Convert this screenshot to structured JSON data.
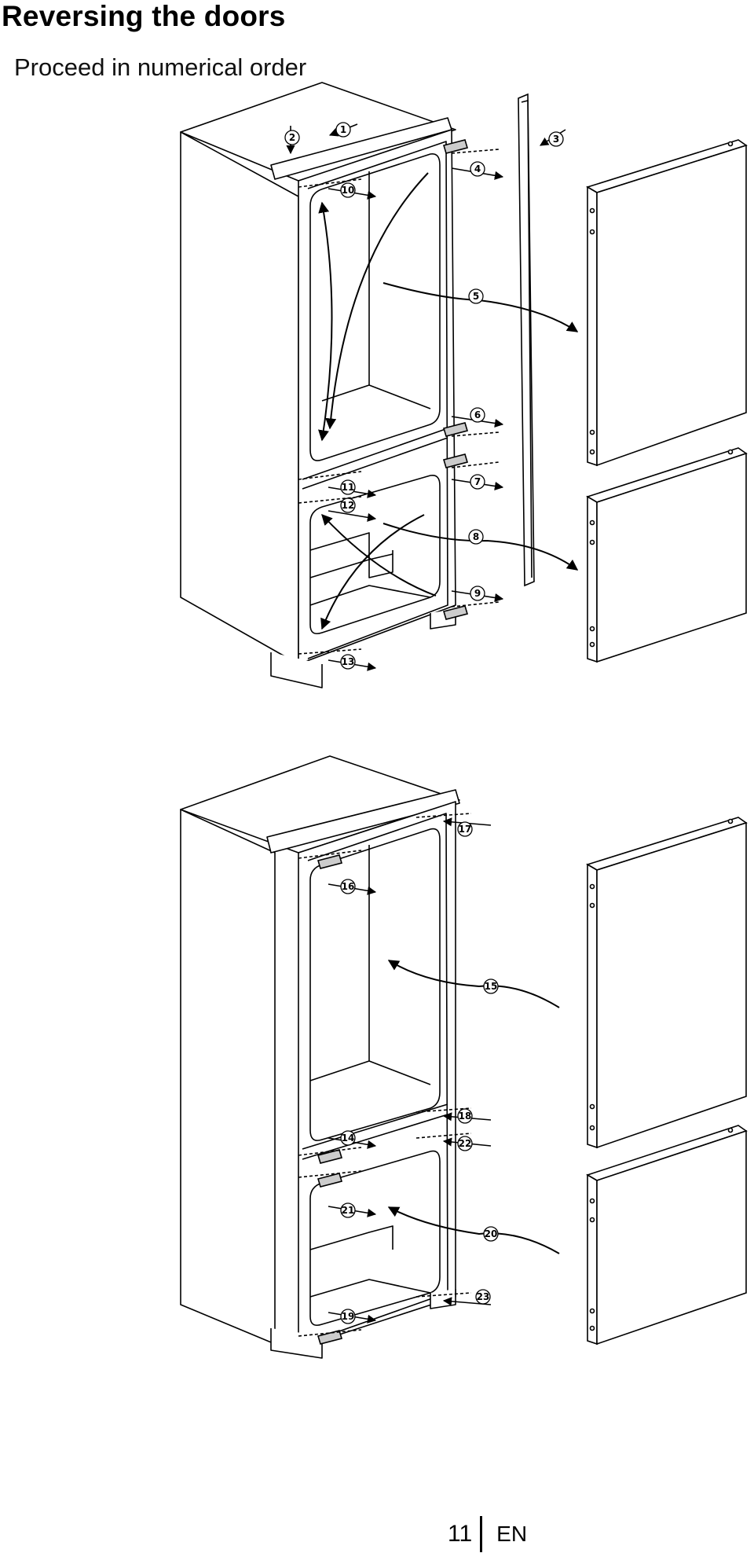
{
  "page": {
    "title": "Reversing the doors",
    "subtitle": "Proceed in numerical order",
    "page_number": "11",
    "language": "EN"
  },
  "steps": {
    "top": [
      "1",
      "2",
      "3",
      "4",
      "5",
      "6",
      "7",
      "8",
      "9",
      "10",
      "11",
      "12",
      "13"
    ],
    "bottom": [
      "14",
      "15",
      "16",
      "17",
      "18",
      "19",
      "20",
      "21",
      "22",
      "23"
    ]
  }
}
